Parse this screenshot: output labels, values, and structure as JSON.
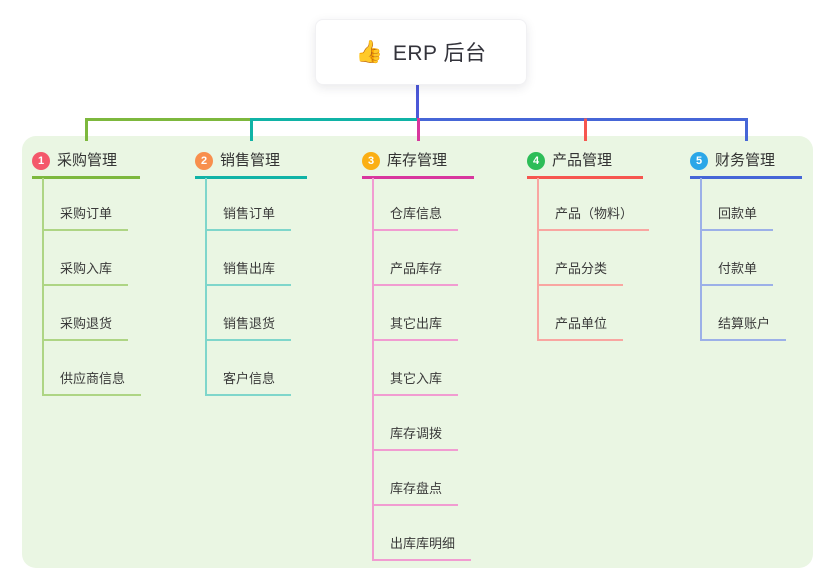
{
  "root": {
    "icon": "👍",
    "title": "ERP 后台"
  },
  "canvas": {
    "background": "#ffffff",
    "panel_background": "#eaf6e3",
    "root_line_color": "#4b58d8",
    "text_color": "#333333"
  },
  "branches": [
    {
      "index": "1",
      "label": "采购管理",
      "badge_color": "#f4586b",
      "line_color": "#7db83d",
      "light_line_color": "#aed584",
      "children": [
        "采购订单",
        "采购入库",
        "采购退货",
        "供应商信息"
      ]
    },
    {
      "index": "2",
      "label": "销售管理",
      "badge_color": "#f88f4d",
      "line_color": "#10b3a6",
      "light_line_color": "#7fd6cb",
      "children": [
        "销售订单",
        "销售出库",
        "销售退货",
        "客户信息"
      ]
    },
    {
      "index": "3",
      "label": "库存管理",
      "badge_color": "#fbaf14",
      "line_color": "#d8379e",
      "light_line_color": "#f19cd1",
      "children": [
        "仓库信息",
        "产品库存",
        "其它出库",
        "其它入库",
        "库存调拨",
        "库存盘点",
        "出库库明细"
      ]
    },
    {
      "index": "4",
      "label": "产品管理",
      "badge_color": "#2dbd58",
      "line_color": "#f6564f",
      "light_line_color": "#f9a6a1",
      "children": [
        "产品（物料）",
        "产品分类",
        "产品单位"
      ]
    },
    {
      "index": "5",
      "label": "财务管理",
      "badge_color": "#2ba7e8",
      "line_color": "#4666d7",
      "light_line_color": "#9cb0e8",
      "children": [
        "回款单",
        "付款单",
        "结算账户"
      ]
    }
  ]
}
